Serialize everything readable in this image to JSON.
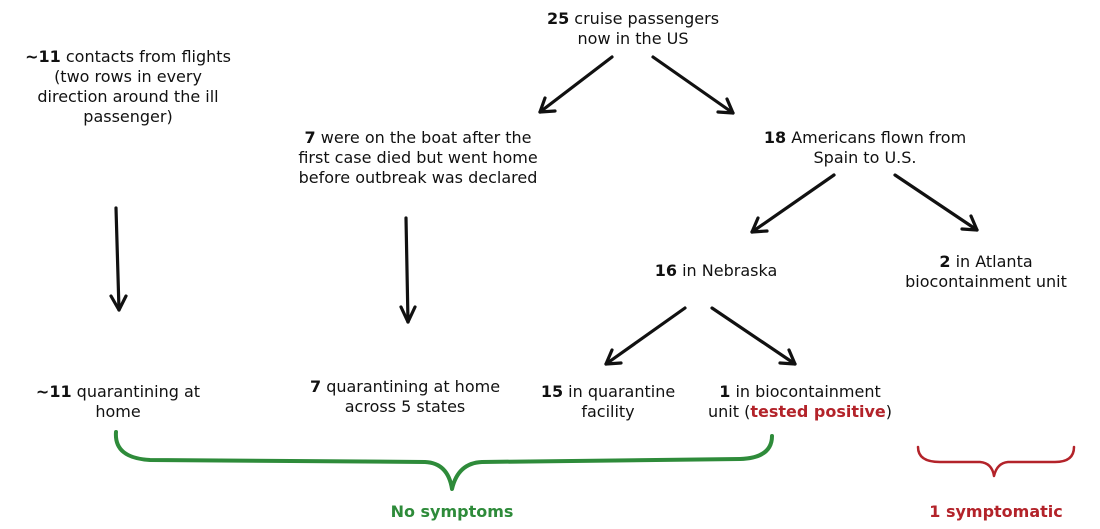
{
  "nodes": {
    "root": {
      "num": "25",
      "text": " cruise passengers",
      "line2": "now in the US"
    },
    "flights": {
      "num": "~11",
      "text": " contacts from flights",
      "line2": "(two rows in every",
      "line3": "direction around the ill",
      "line4": "passenger)"
    },
    "boat": {
      "num": "7",
      "text": " were on the boat after the",
      "line2": "first case died but went home",
      "line3": "before outbreak was declared"
    },
    "americans": {
      "num": "18",
      "text": " Americans flown from",
      "line2": "Spain to U.S."
    },
    "nebraska": {
      "num": "16",
      "text": " in Nebraska"
    },
    "atlanta": {
      "num": "2",
      "text": " in Atlanta",
      "line2": "biocontainment unit"
    },
    "quar_home": {
      "num": "~11",
      "text": " quarantining at",
      "line2": "home"
    },
    "home_states": {
      "num": "7",
      "text": " quarantining at home",
      "line2": "across 5 states"
    },
    "facility": {
      "num": "15",
      "text": " in quarantine",
      "line2": "facility"
    },
    "biocontain": {
      "num": "1",
      "text": " in biocontainment",
      "line2_pre": "unit (",
      "line2_pos": "tested positive",
      "line2_post": ")"
    }
  },
  "braces": {
    "green_label": "No symptoms",
    "red_label": "1 symptomatic",
    "green_color": "#2e8b3a",
    "red_color": "#b3232a"
  }
}
